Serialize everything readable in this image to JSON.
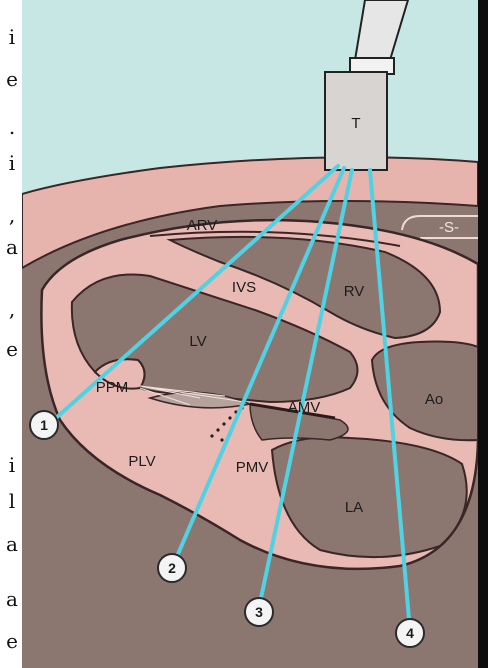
{
  "margin_text": [
    "i",
    "e",
    ".",
    "i",
    ",",
    "a",
    ",",
    "e",
    "i",
    "l",
    "a",
    "a",
    "e"
  ],
  "labels": {
    "transducer": "T",
    "arv": "ARV",
    "s": "-S-",
    "ivs": "IVS",
    "rv": "RV",
    "lv": "LV",
    "ppm": "PPM",
    "amv": "AMV",
    "ao": "Ao",
    "plv": "PLV",
    "pmv": "PMV",
    "la": "LA"
  },
  "beams": [
    {
      "label": "1"
    },
    {
      "label": "2"
    },
    {
      "label": "3"
    },
    {
      "label": "4"
    }
  ],
  "colors": {
    "background_top": "#c6e7e4",
    "tissue_dark": "#8c7770",
    "chest_wall": "#e6b4ad",
    "myocardium": "#e9bab3",
    "beam": "#4fd2e4",
    "outline": "#3a2626"
  }
}
